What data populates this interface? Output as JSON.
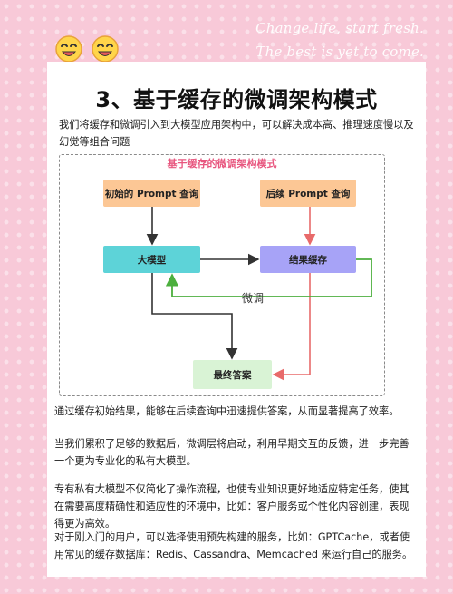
{
  "motto": {
    "line1": "Change life, start fresh.",
    "line2": "The best is yet to come."
  },
  "page_title": "3、基于缓存的微调架构模式",
  "intro": "我们将缓存和微调引入到大模型应用架构中，可以解决成本高、推理速度慢以及幻觉等组合问题",
  "diagram": {
    "title": "基于缓存的微调架构模式",
    "boxes": {
      "initial_query": "初始的 Prompt 查询",
      "followup_query": "后续 Prompt 查询",
      "llm": "大模型",
      "cache": "结果缓存",
      "final_answer": "最终答案"
    },
    "finetune_label": "微调"
  },
  "paragraphs": [
    "通过缓存初始结果，能够在后续查询中迅速提供答案，从而显著提高了效率。",
    "当我们累积了足够的数据后，微调层将启动，利用早期交互的反馈，进一步完善一个更为专业化的私有大模型。",
    "专有私有大模型不仅简化了操作流程，也使专业知识更好地适应特定任务，使其在需要高度精确性和适应性的环境中，比如：客户服务或个性化内容创建，表现得更为高效。",
    "对于刚入门的用户，可以选择使用预先构建的服务，比如：GPTCache，或者使用常见的缓存数据库：Redis、Cassandra、Memcached 来运行自己的服务。"
  ],
  "colors": {
    "background": "#f8c9d8",
    "accent_pink": "#e8577f",
    "query_box": "#fcc795",
    "llm_box": "#5dd3d8",
    "cache_box": "#a7a3f7",
    "final_box": "#d9f3d5",
    "finetune_arrow": "#4caf3e",
    "cache_arrow": "#e86a6a"
  },
  "icons": [
    "smiley-face-icon",
    "smiley-face-icon"
  ]
}
